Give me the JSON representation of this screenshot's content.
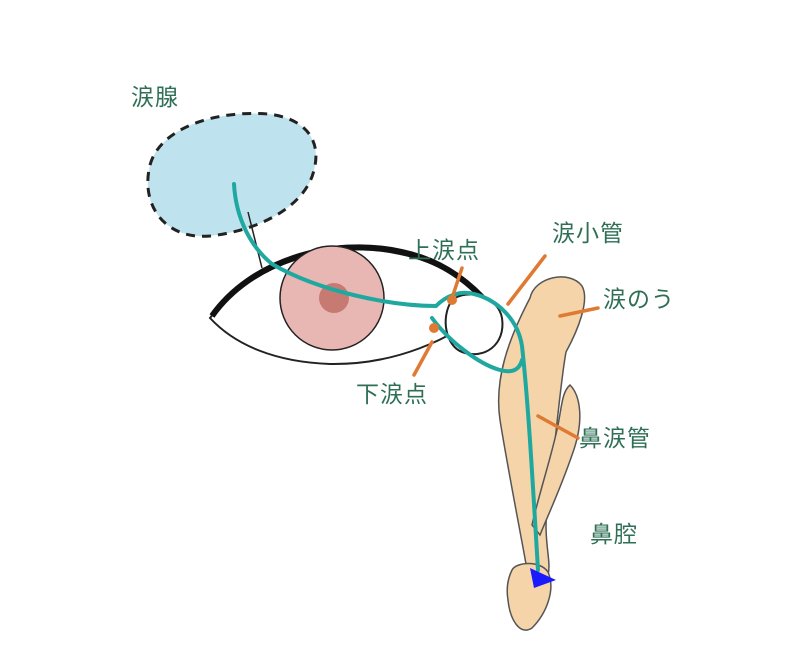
{
  "labels": {
    "lacrimal_gland": "涙腺",
    "upper_punctum": "上涙点",
    "lacrimal_canaliculus": "涙小管",
    "lacrimal_sac": "涙のう",
    "lower_punctum": "下涙点",
    "nasolacrimal_duct": "鼻涙管",
    "nasal_cavity": "鼻腔"
  },
  "colors": {
    "label_text": "#2e6f55",
    "tear_path": "#1fa8a0",
    "pointer": "#e07a33",
    "gland_fill": "#bfe3ee",
    "duct_fill": "#f4d4a8",
    "iris_fill": "#e9b7b3",
    "arrow_head": "#1a1aff",
    "outline": "#222222"
  },
  "icons": {
    "flow_end": "arrow-head-icon"
  }
}
